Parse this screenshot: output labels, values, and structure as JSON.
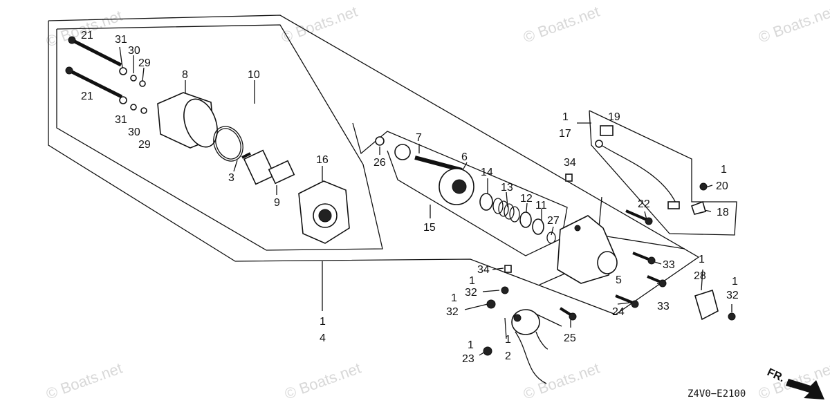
{
  "watermarks": [
    "© Boats.net",
    "© Boats.net",
    "© Boats.net",
    "© Boats.net",
    "© Boats.net",
    "© Boats.net",
    "© Boats.net",
    "© Boats.net"
  ],
  "labels": [
    "31",
    "30",
    "29",
    "21",
    "21",
    "31",
    "30",
    "29",
    "8",
    "10",
    "3",
    "9",
    "16",
    "1",
    "4",
    "26",
    "7",
    "6",
    "14",
    "13",
    "12",
    "11",
    "27",
    "15",
    "1",
    "17",
    "19",
    "34",
    "1",
    "20",
    "22",
    "18",
    "33",
    "5",
    "33",
    "24",
    "34",
    "1",
    "32",
    "1",
    "32",
    "1",
    "2",
    "25",
    "1",
    "23",
    "1",
    "28",
    "1",
    "32"
  ],
  "diagram_code": "Z4V0−E2100",
  "fr_arrow_label": "FR."
}
